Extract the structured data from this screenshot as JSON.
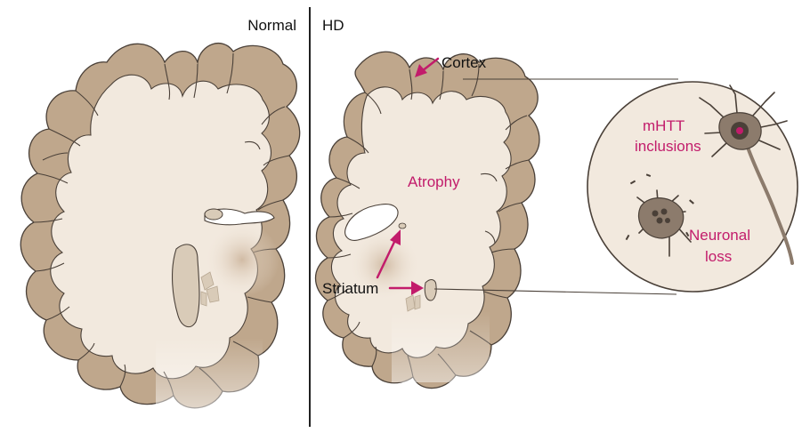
{
  "labels": {
    "normal": "Normal",
    "hd": "HD",
    "cortex": "Cortex",
    "atrophy": "Atrophy",
    "striatum": "Striatum",
    "mhtt_line1": "mHTT",
    "mhtt_line2": "inclusions",
    "loss_line1": "Neuronal",
    "loss_line2": "loss"
  },
  "colors": {
    "cortex": "#bfa78c",
    "white_matter": "#f2e9de",
    "outline": "#4a4038",
    "accent": "#c21c6b",
    "neuron": "#8c7b6c",
    "striatum": "#d9cbb8"
  }
}
